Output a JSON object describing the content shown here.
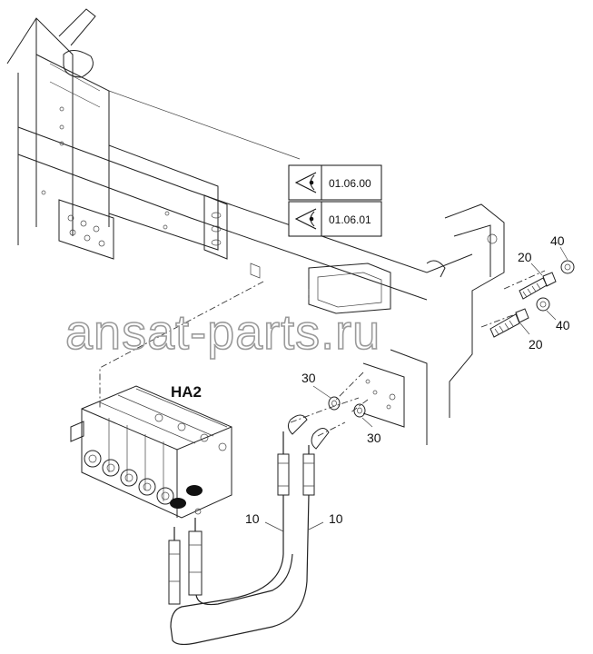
{
  "diagram": {
    "assembly_label": "HA2",
    "references": [
      {
        "code": "01.06.00",
        "icon": "eye-view-icon"
      },
      {
        "code": "01.06.01",
        "icon": "eye-view-icon"
      }
    ],
    "callouts": {
      "c10a": "10",
      "c10b": "10",
      "c20a": "20",
      "c20b": "20",
      "c30a": "30",
      "c30b": "30",
      "c40a": "40",
      "c40b": "40"
    },
    "watermark": "ansat-parts.ru"
  }
}
